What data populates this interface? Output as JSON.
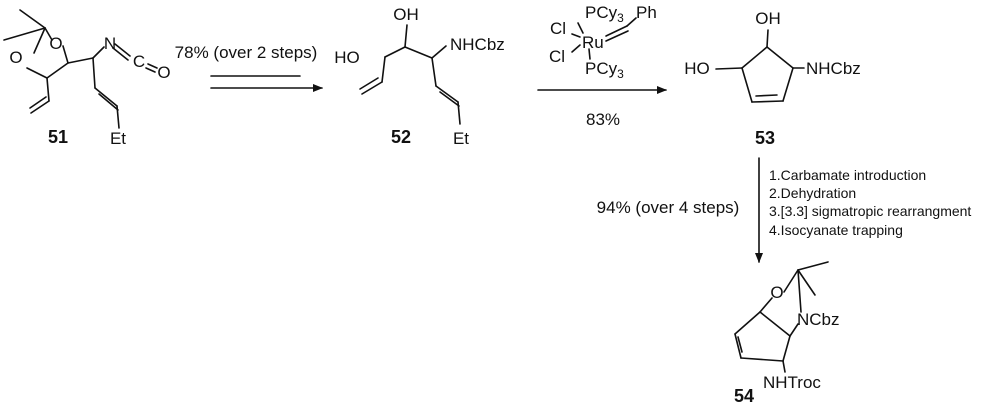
{
  "compounds": {
    "c51": {
      "id": "51",
      "atoms": {
        "o_top": "O",
        "o_left": "O",
        "n": "N",
        "c": "C",
        "o_end": "O",
        "et": "Et"
      }
    },
    "c52": {
      "id": "52",
      "atoms": {
        "oh": "OH",
        "ho": "HO",
        "nhcbz": "NHCbz",
        "et": "Et"
      }
    },
    "c53": {
      "id": "53",
      "atoms": {
        "oh": "OH",
        "ho": "HO",
        "nhcbz": "NHCbz"
      }
    },
    "c54": {
      "id": "54",
      "atoms": {
        "o": "O",
        "ncbz": "NCbz",
        "nhtroc": "NHTroc"
      }
    }
  },
  "catalyst": {
    "cl_top": "Cl",
    "cl_bottom": "Cl",
    "ru": "Ru",
    "pcy_top": "PCy",
    "pcy_top_sub": "3",
    "pcy_bottom": "PCy",
    "pcy_bottom_sub": "3",
    "ph": "Ph"
  },
  "reactions": {
    "r1": {
      "condition": "78% (over 2 steps)"
    },
    "r2": {
      "yield": "83%"
    },
    "r3": {
      "yield": "94% (over 4 steps)",
      "steps": [
        "1.Carbamate introduction",
        "2.Dehydration",
        "3.[3.3] sigmatropic rearrangment",
        "4.Isocyanate trapping"
      ]
    }
  }
}
